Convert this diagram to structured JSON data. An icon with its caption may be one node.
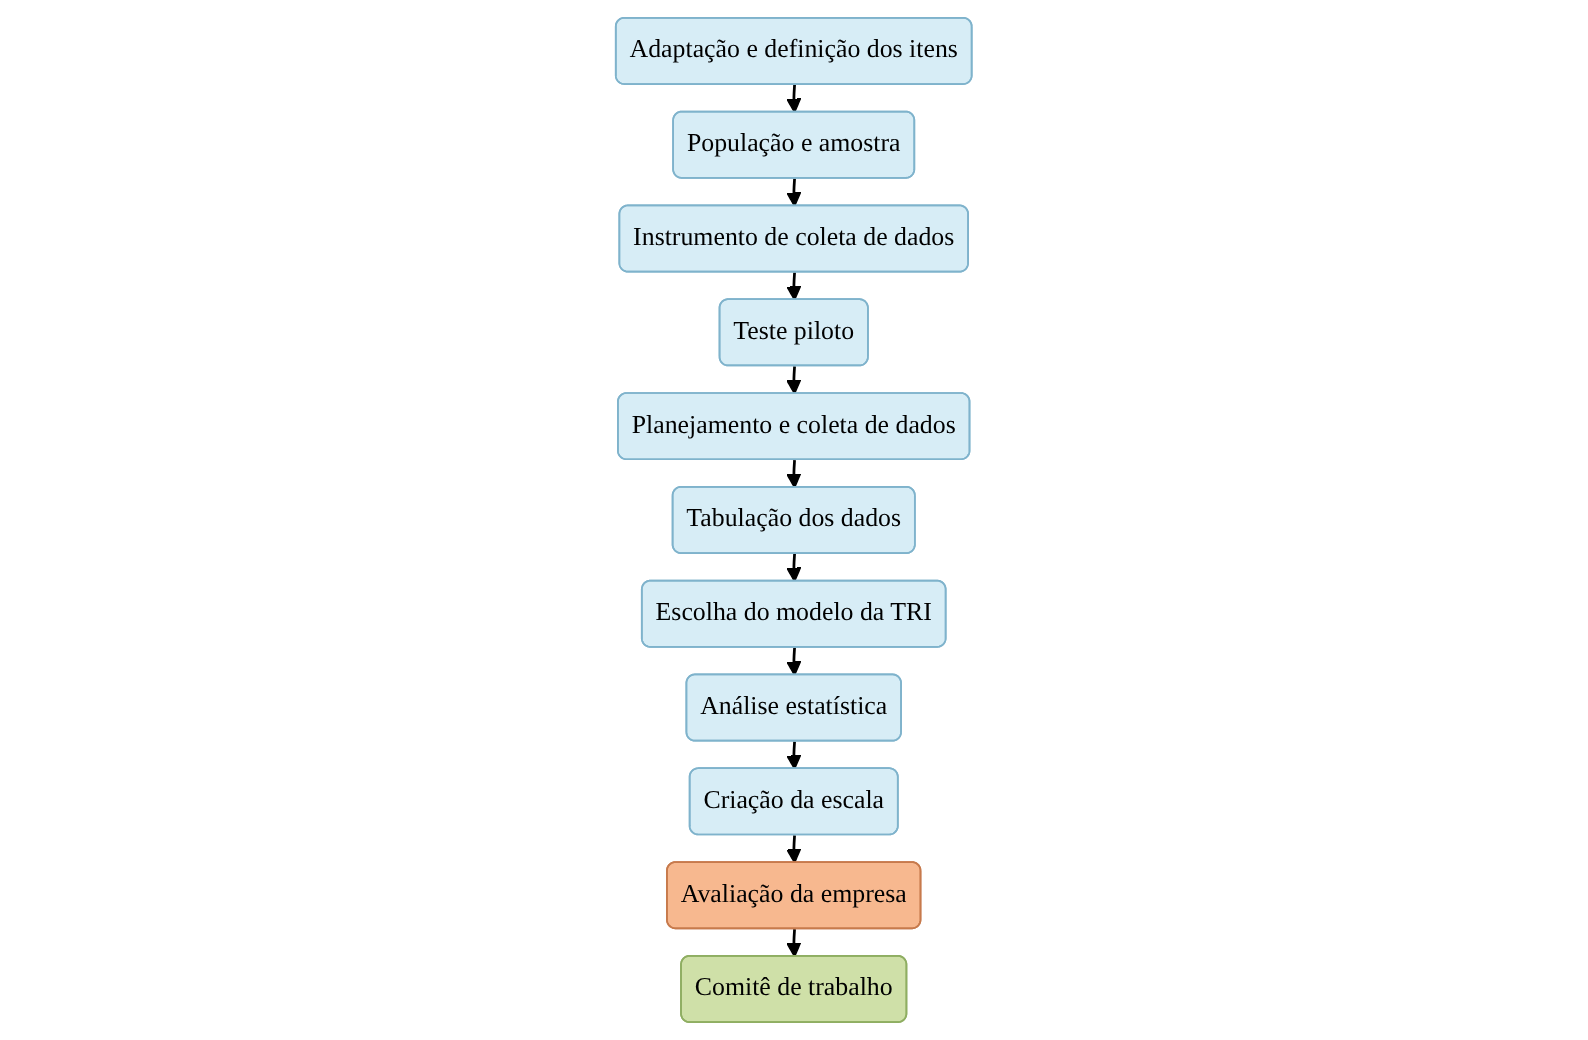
{
  "diagram": {
    "nodes": [
      {
        "text": [
          "Avaliação da empresa"
        ]
      },
      {
        "text": [
          "Comitê de trabalho"
        ]
      },
      {
        "text": [
          "Adaptação e definição dos itens"
        ]
      },
      {
        "text": [
          "População e amostra"
        ]
      },
      {
        "text": [
          "Instrumento de coleta de dados"
        ]
      },
      {
        "text": [
          "Teste piloto"
        ]
      },
      {
        "text": [
          "Planejamento e coleta de dados"
        ]
      },
      {
        "text": [
          "Tabulação dos dados"
        ]
      },
      {
        "text": [
          "Escolha do modelo da TRI"
        ]
      },
      {
        "text": [
          "Análise estatística"
        ]
      },
      {
        "text": [
          "Criação da escala"
        ]
      }
    ],
    "edges": [
      {
        "from": 0,
        "to": 1,
        "arrow": "to"
      },
      {
        "from": 2,
        "to": 3,
        "arrow": "to"
      },
      {
        "from": 3,
        "to": 4,
        "arrow": "to"
      },
      {
        "from": 4,
        "to": 5,
        "arrow": "to"
      },
      {
        "from": 5,
        "to": 6,
        "arrow": "to"
      },
      {
        "from": 6,
        "to": 7,
        "arrow": "to"
      },
      {
        "from": 7,
        "to": 8,
        "arrow": "to"
      },
      {
        "from": 8,
        "to": 9,
        "arrow": "to"
      },
      {
        "from": 9,
        "to": 10,
        "arrow": "to"
      },
      {
        "from": 10,
        "to": 0,
        "arrow": "to"
      }
    ]
  }
}
